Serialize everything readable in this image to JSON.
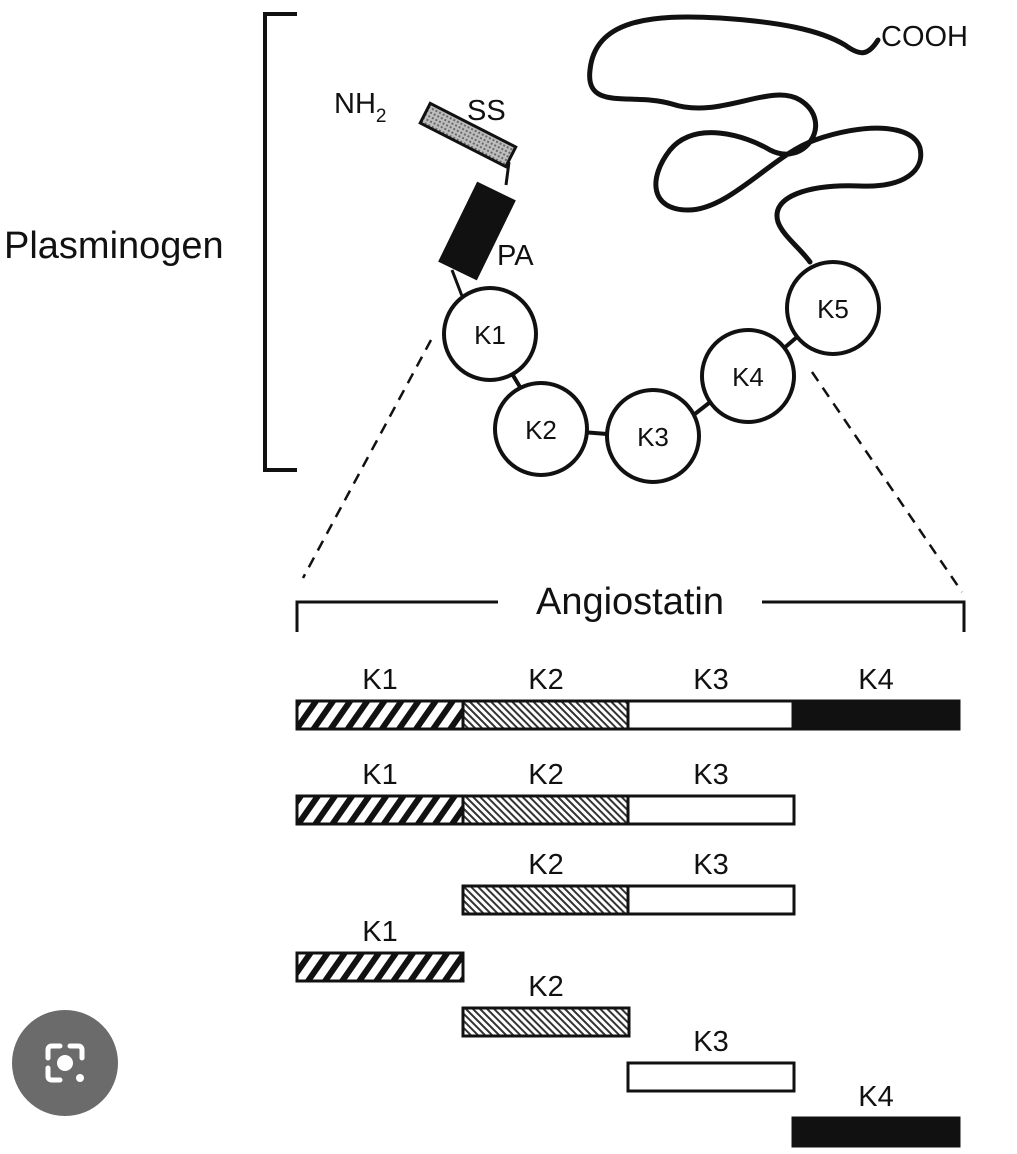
{
  "diagram": {
    "plasminogen_label": "Plasminogen",
    "nh2_label": "NH",
    "nh2_subscript": "2",
    "ss_label": "SS",
    "pa_label": "PA",
    "cooh_label": "COOH",
    "kringles": [
      "K1",
      "K2",
      "K3",
      "K4",
      "K5"
    ],
    "angiostatin_label": "Angiostatin",
    "fragments": [
      {
        "segments": [
          "K1",
          "K2",
          "K3",
          "K4"
        ]
      },
      {
        "segments": [
          "K1",
          "K2",
          "K3"
        ]
      },
      {
        "segments": [
          "K2",
          "K3"
        ]
      },
      {
        "segments": [
          "K1"
        ]
      },
      {
        "segments": [
          "K2"
        ]
      },
      {
        "segments": [
          "K3"
        ]
      },
      {
        "segments": [
          "K4"
        ]
      }
    ],
    "segment_fills": {
      "K1": "diagonal-hatch",
      "K2": "fine-stipple",
      "K3": "white",
      "K4": "black"
    }
  },
  "overlay": {
    "icon": "lens-search-icon"
  },
  "colors": {
    "ink": "#111111",
    "lens_button_bg": "#6b6b6b",
    "lens_icon": "#ffffff"
  }
}
